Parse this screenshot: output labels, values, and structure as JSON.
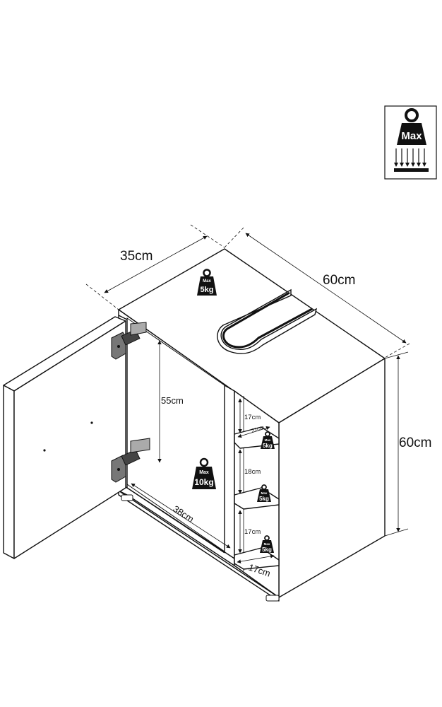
{
  "legend": {
    "label": "Max"
  },
  "dimensions": {
    "depth": "35cm",
    "width": "60cm",
    "height": "60cm",
    "inner_height": "55cm",
    "inner_width": "38cm",
    "shelf_gap_1": "17cm",
    "shelf_gap_2": "18cm",
    "shelf_gap_3": "17cm",
    "shelf_width": "21cm",
    "shelf_depth": "17cm"
  },
  "loads": {
    "top": {
      "max": "Max",
      "value": "5kg"
    },
    "bottom": {
      "max": "Max",
      "value": "10kg"
    },
    "shelf_1": {
      "max": "Max",
      "value": "5kg"
    },
    "shelf_2": {
      "max": "Max",
      "value": "5kg"
    },
    "shelf_3": {
      "max": "Max",
      "value": "5kg"
    }
  }
}
